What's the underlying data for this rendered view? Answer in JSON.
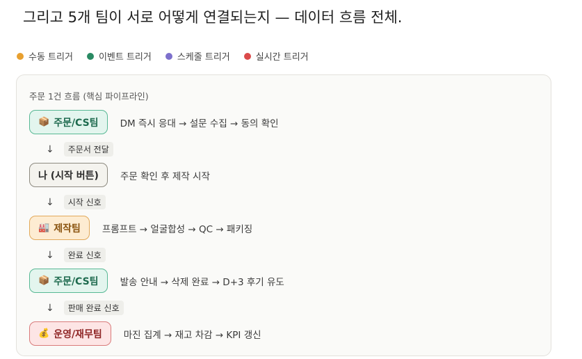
{
  "title": "그리고 5개 팀이 서로 어떻게 연결되는지 — 데이터 흐름 전체.",
  "legend": [
    {
      "label": "수동 트리거",
      "color": "#e8a030"
    },
    {
      "label": "이벤트 트리거",
      "color": "#2a8a63"
    },
    {
      "label": "스케줄 트리거",
      "color": "#7d70cc"
    },
    {
      "label": "실시간 트리거",
      "color": "#db4a4a"
    }
  ],
  "flow": {
    "heading": "주문 1건 흐름 (핵심 파이프라인)",
    "steps": [
      {
        "icon": "📦",
        "icon_name": "package-icon",
        "label": "주문/CS팀",
        "description": "DM 즉시 응대 → 설문 수집 → 동의 확인",
        "color": "green"
      },
      {
        "icon": "",
        "icon_name": "",
        "label": "나 (시작 버튼)",
        "description": "주문 확인 후 제작 시작",
        "color": "gray"
      },
      {
        "icon": "🏭",
        "icon_name": "factory-icon",
        "label": "제작팀",
        "description": "프롬프트 → 얼굴합성 → QC → 패키징",
        "color": "orange"
      },
      {
        "icon": "📦",
        "icon_name": "package-icon",
        "label": "주문/CS팀",
        "description": "발송 안내 → 삭제 완료 → D+3 후기 유도",
        "color": "green"
      },
      {
        "icon": "💰",
        "icon_name": "money-bag-icon",
        "label": "운영/재무팀",
        "description": "마진 집계 → 재고 차감 → KPI 갱신",
        "color": "red"
      }
    ],
    "connectors": [
      {
        "arrow": "↓",
        "label": "주문서 전달"
      },
      {
        "arrow": "↓",
        "label": "시작 신호"
      },
      {
        "arrow": "↓",
        "label": "완료 신호"
      },
      {
        "arrow": "↓",
        "label": "판매 완료 신호"
      }
    ]
  }
}
